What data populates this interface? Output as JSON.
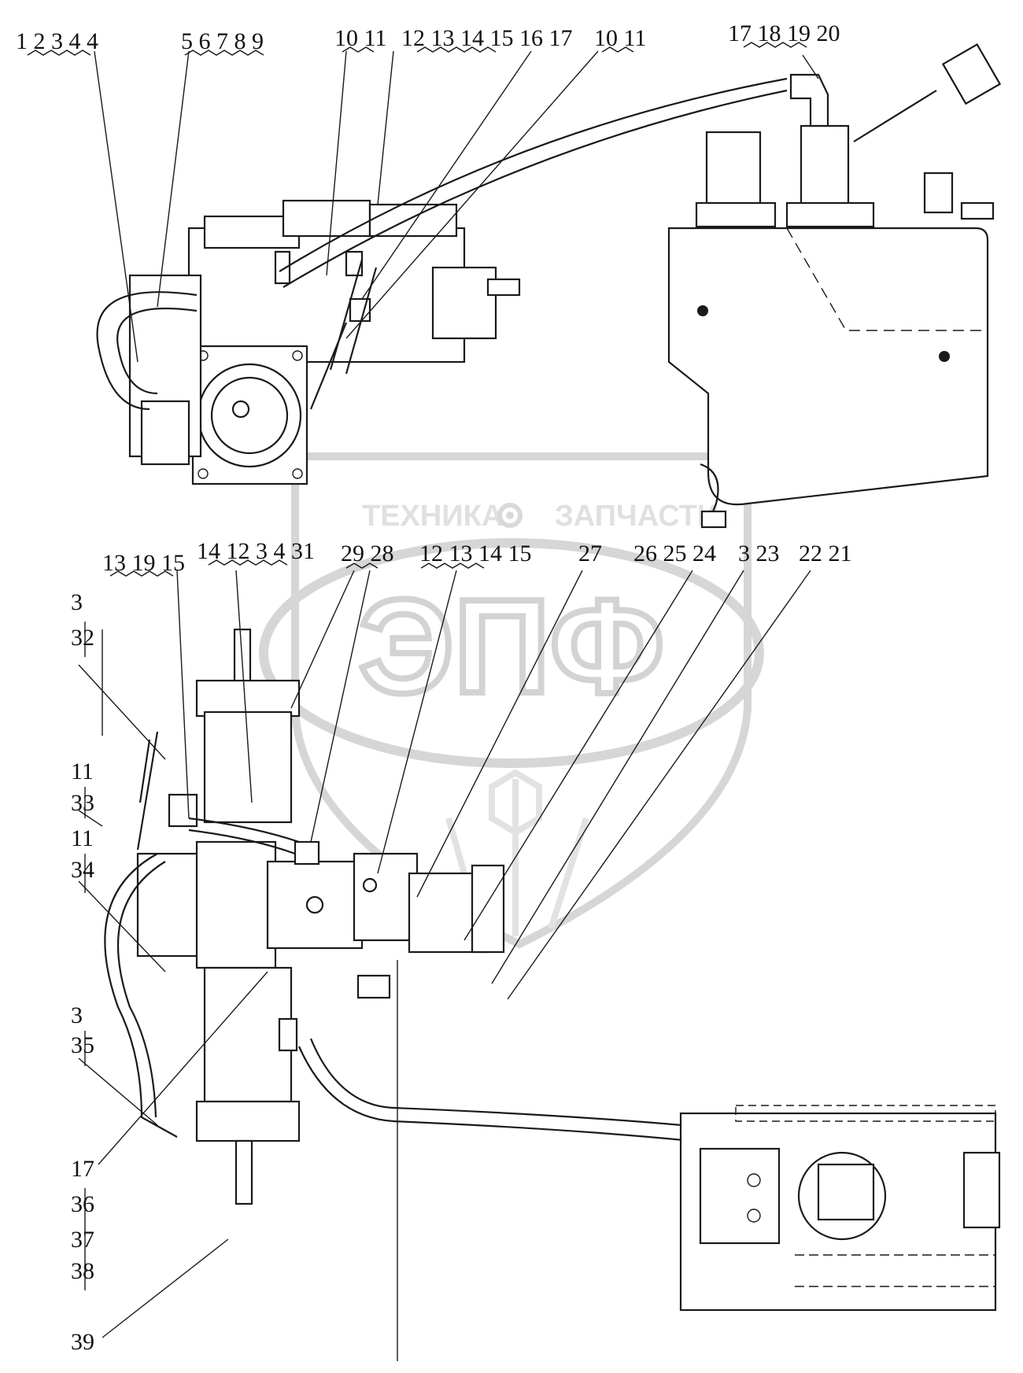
{
  "watermark": {
    "line1_left": "ТЕХНИКА",
    "line1_right": "ЗАПЧАСТИ",
    "logo": "ЭПФ",
    "gear_icon": "gear-icon",
    "color": "#d9d9d9"
  },
  "top_labels": {
    "group_a": "1 2 3 4 4",
    "group_b": "5 6 7 8 9",
    "group_c": "10 11",
    "group_d": "12 13 14 15 16 17",
    "group_e": "10 11",
    "group_f": "17 18 19 20"
  },
  "bottom_labels": {
    "group_a": "13 19 15",
    "group_b": "14 12 3 4 31",
    "group_c": "29 28",
    "group_d": "12 13 14 15",
    "group_e": "27",
    "group_f": "26 25 24",
    "group_g": "3 23",
    "group_h": "22 21"
  },
  "side_labels": [
    "3",
    "32",
    "11",
    "33",
    "11",
    "34",
    "3",
    "35",
    "17",
    "36",
    "37",
    "38",
    "39"
  ]
}
